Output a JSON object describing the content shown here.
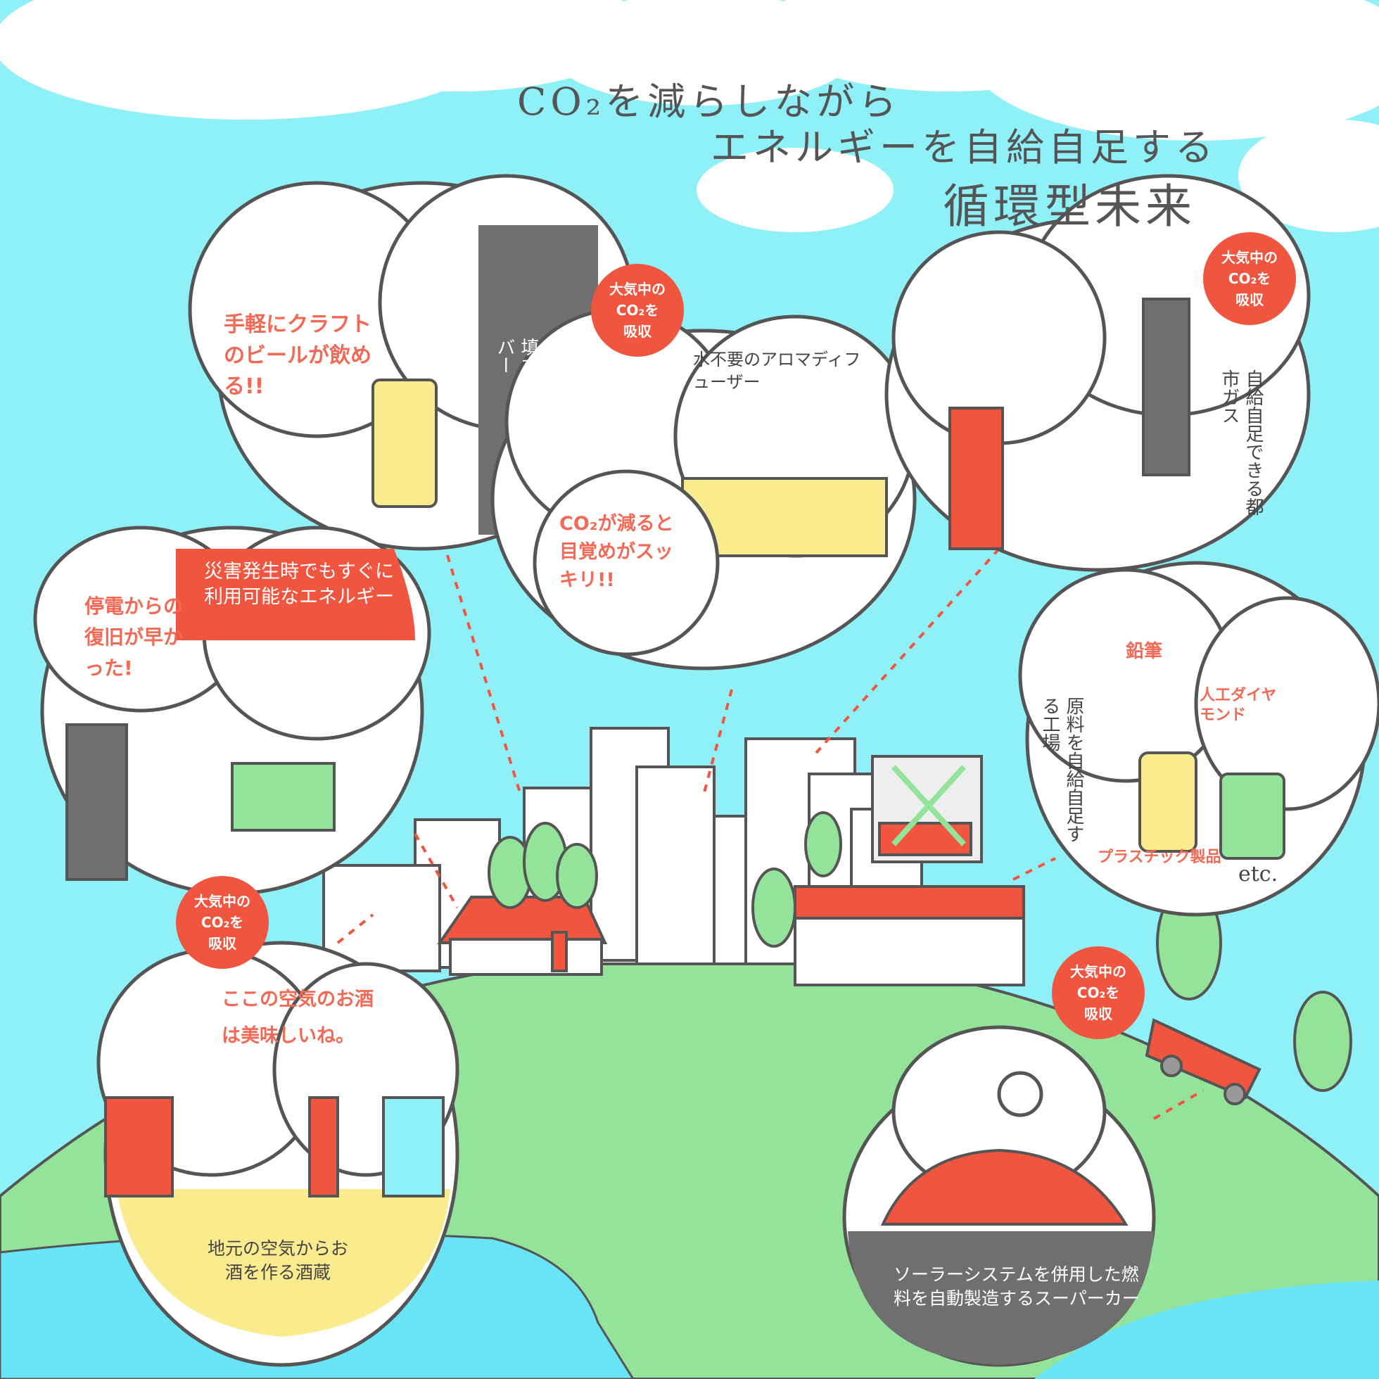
{
  "title": {
    "line1": "CO₂を減らしながら",
    "line2": "エネルギーを自給自足する",
    "line3": "循環型未来"
  },
  "badges": {
    "co2_absorb_1": "大気中の\nCO₂を\n吸収",
    "co2_absorb_2": "大気中の\nCO₂を\n吸収",
    "co2_absorb_3": "大気中の\nCO₂を\n吸収",
    "co2_absorb_4": "大気中の\nCO₂を\n吸収"
  },
  "beer": {
    "caption": "炭酸ガスを自動充填するビールサーバー",
    "speech": "手軽にクラフトのビールが飲める!!"
  },
  "aroma": {
    "caption": "水不要のアロマディフューザー",
    "speech": "CO₂が減ると目覚めがスッキリ!!"
  },
  "gas": {
    "caption": "自給自足できる都市ガス"
  },
  "disaster": {
    "banner": "災害発生時でもすぐに利用可能なエネルギー",
    "speech": "停電からの復旧が早かった!"
  },
  "factory": {
    "caption": "原料を自給自足する工場",
    "items": {
      "pencil": "鉛筆",
      "diamond": "人工ダイヤモンド",
      "plastic": "プラスチック製品",
      "etc": "etc."
    }
  },
  "brewery": {
    "caption": "地元の空気からお酒を作る酒蔵",
    "speech": "ここの空気のお酒は美味しいね。"
  },
  "car": {
    "caption": "ソーラーシステムを併用した燃料を自動製造するスーパーカー"
  },
  "colors": {
    "sky": "#8ff0f7",
    "cloud": "#ffffff",
    "ground": "#94e39a",
    "sea": "#69e4f7",
    "accent_red": "#f0563f",
    "gray": "#6f6f6f",
    "yellow": "#faeb8f"
  }
}
